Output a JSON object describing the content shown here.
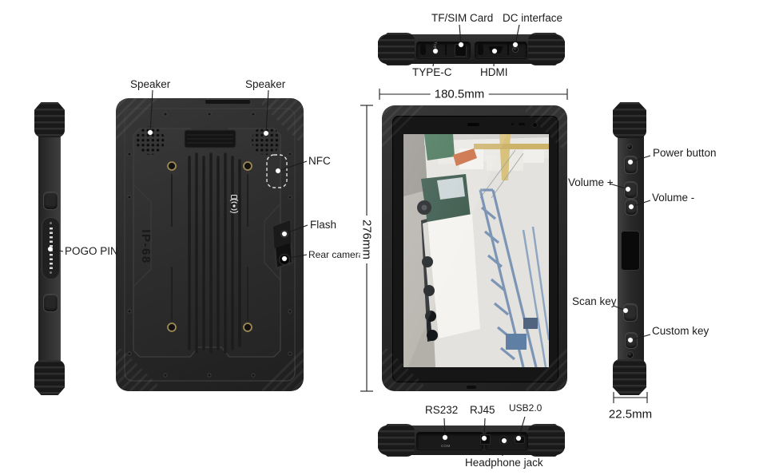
{
  "colors": {
    "background": "#ffffff",
    "label_text": "#1b1b1b",
    "leader_line": "#1c1c1c",
    "device_body": "#2b2b2b",
    "bumper": "#191919",
    "screw_gold": "#9c8a52",
    "nfc_dash": "#dedede"
  },
  "views": {
    "left_side": {
      "callouts": {
        "pogo_pin": "POGO PIN"
      }
    },
    "back": {
      "badge": "IP-68",
      "callouts": {
        "speaker_left": "Speaker",
        "speaker_right": "Speaker",
        "nfc": "NFC",
        "flash": "Flash",
        "rear_camera": "Rear camera"
      }
    },
    "front": {
      "dimensions": {
        "width": "180.5mm",
        "height": "276mm"
      }
    },
    "right_side": {
      "dimensions": {
        "thickness": "22.5mm"
      },
      "callouts": {
        "power": "Power button",
        "volume_up": "Volume +",
        "volume_down": "Volume -",
        "scan": "Scan key",
        "custom": "Custom key"
      }
    },
    "top_edge": {
      "callouts": {
        "tf_sim": "TF/SIM Card",
        "dc": "DC interface",
        "type_c": "TYPE-C",
        "hdmi": "HDMI"
      },
      "engraving": "Type-C"
    },
    "bottom_edge": {
      "callouts": {
        "rs232": "RS232",
        "rj45": "RJ45",
        "usb": "USB2.0",
        "headphone": "Headphone jack"
      },
      "engraving": "COM"
    }
  }
}
